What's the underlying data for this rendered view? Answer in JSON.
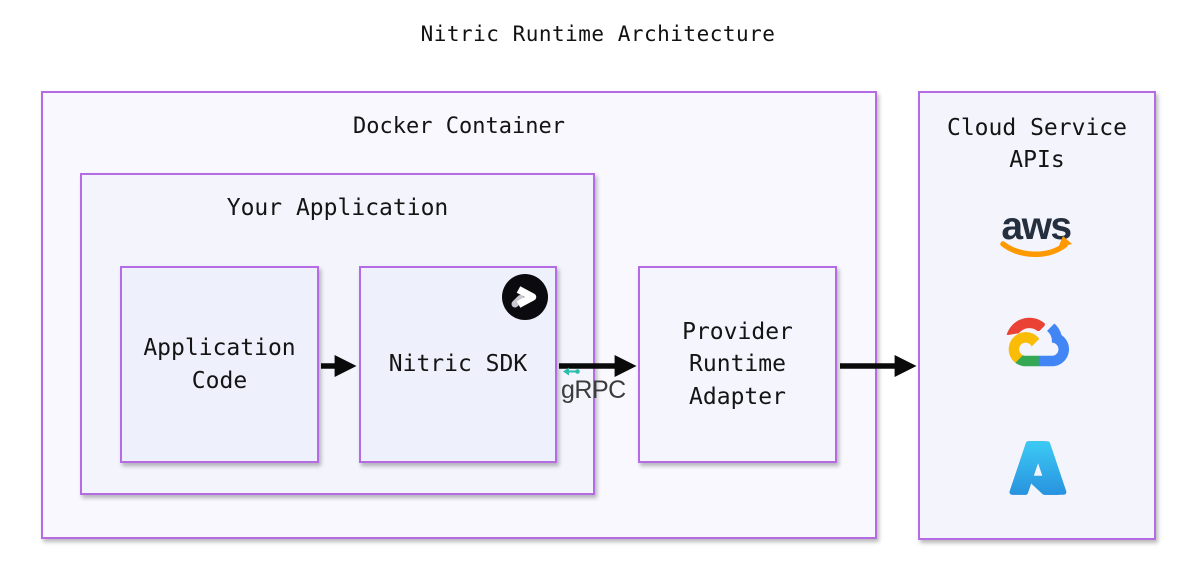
{
  "title": "Nitric Runtime Architecture",
  "nodes": {
    "docker": {
      "label": "Docker Container"
    },
    "application": {
      "label": "Your Application"
    },
    "app_code": {
      "label": "Application Code"
    },
    "nitric_sdk": {
      "label": "Nitric SDK"
    },
    "adapter": {
      "label": "Provider Runtime Adapter"
    },
    "cloud": {
      "label": "Cloud Service APIs"
    }
  },
  "connections": {
    "grpc_label": "gRPC",
    "flow": [
      "Application Code -> Nitric SDK",
      "Nitric SDK -> Provider Runtime Adapter (gRPC)",
      "Provider Runtime Adapter -> Cloud Service APIs"
    ]
  },
  "icons": {
    "nitric": "nitric-logo",
    "grpc_arrow": "grpc-teal-arrow",
    "aws": "aws-logo",
    "aws_text": "aws",
    "google_cloud": "google-cloud-logo",
    "azure": "azure-logo"
  },
  "colors": {
    "box_border": "#b46be4",
    "outer_box_bg": "#f8f8fe",
    "mid_box_bg": "#f3f4fc",
    "inner_box_bg": "#eef0fb",
    "arrow": "#0a0a0a",
    "grpc_teal": "#2dbcab",
    "aws_navy": "#252f3e",
    "aws_orange": "#ff9900"
  }
}
